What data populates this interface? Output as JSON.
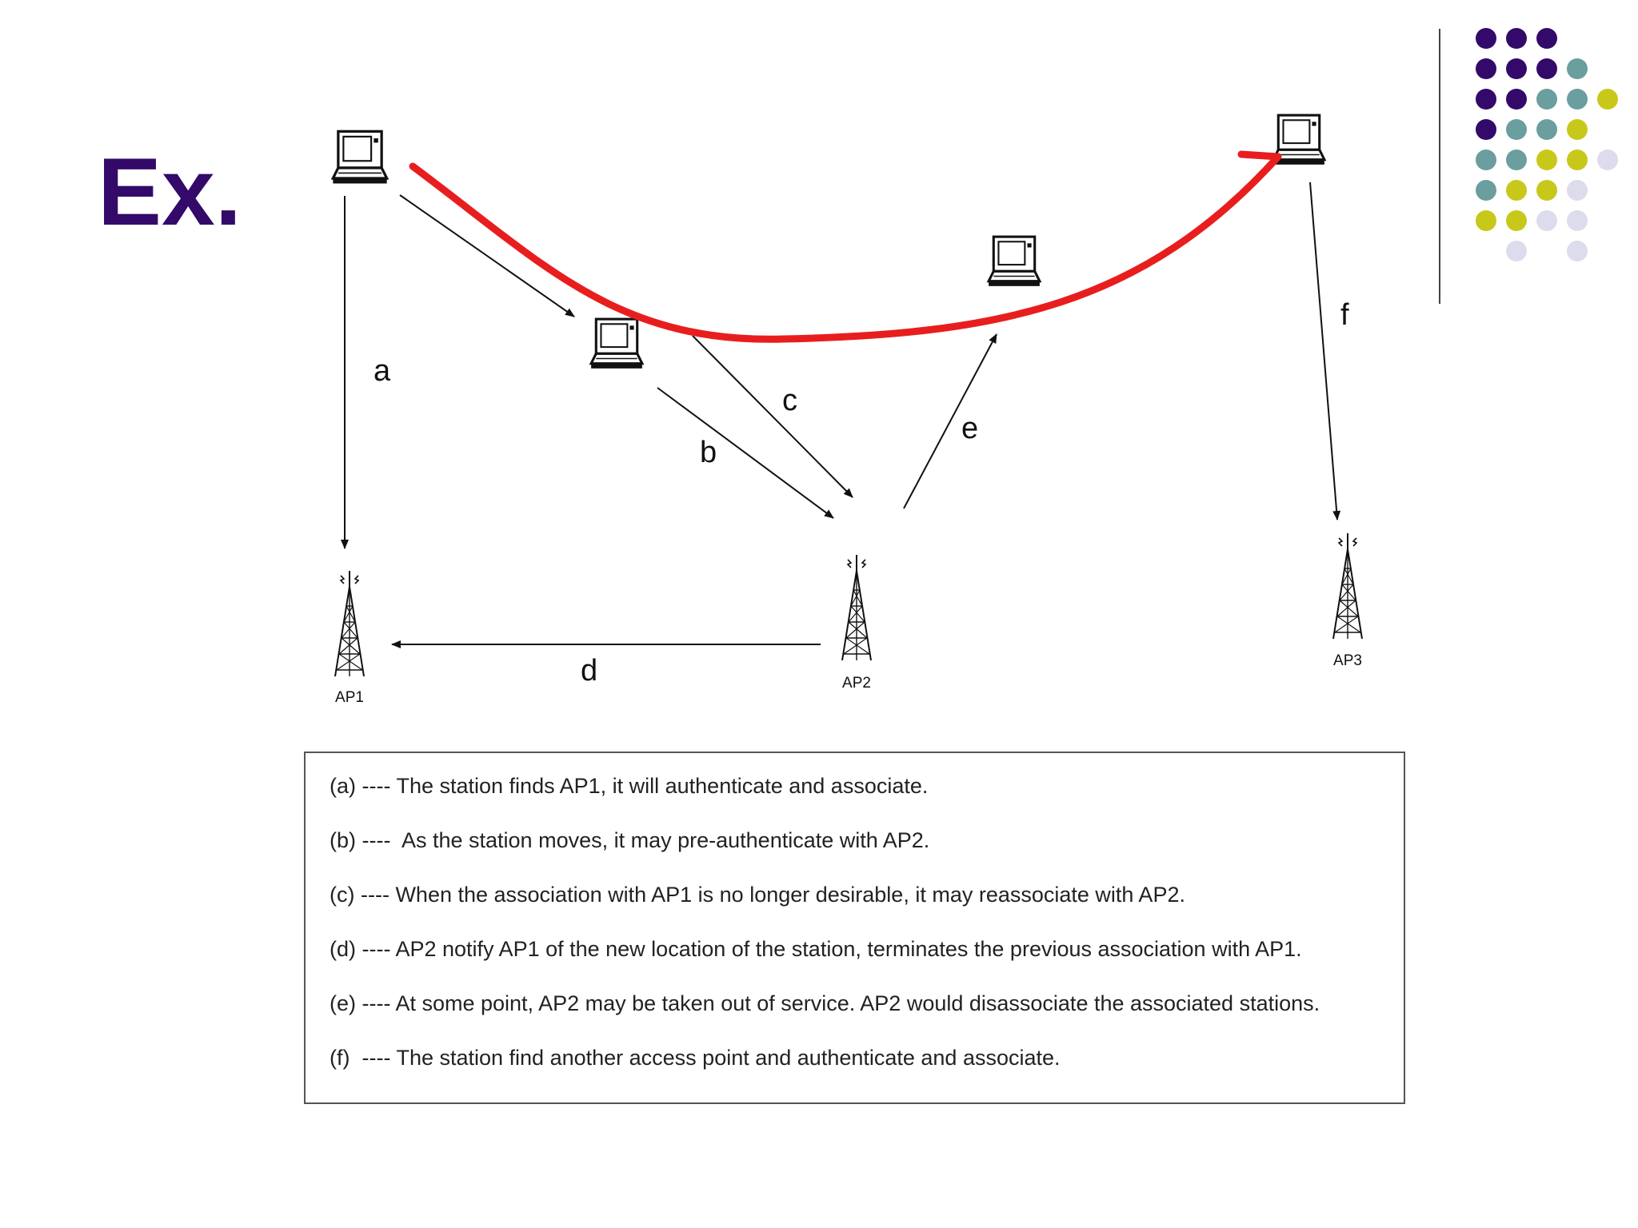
{
  "title": "Ex.",
  "title_color": "#33096a",
  "route_color": "#e81e1e",
  "arrow_labels": {
    "a": "a",
    "b": "b",
    "c": "c",
    "d": "d",
    "e": "e",
    "f": "f"
  },
  "access_points": [
    "AP1",
    "AP2",
    "AP3"
  ],
  "icons": {
    "station": "laptop-icon",
    "access_point": "antenna-tower-icon"
  },
  "legend": [
    "(a) ---- The station finds AP1, it will authenticate and associate.",
    "(b) ----  As the station moves, it may pre-authenticate with AP2.",
    "(c) ---- When the association with AP1 is no longer desirable, it may reassociate with AP2.",
    "(d) ---- AP2 notify AP1 of the new location of the station, terminates the previous association with AP1.",
    "(e) ---- At some point, AP2 may be taken out of service. AP2 would disassociate the associated stations.",
    "(f)  ---- The station find another access point and authenticate and associate."
  ],
  "decor_dot_colors": [
    "#33096a",
    "#6b9e9e",
    "#c8c81a",
    "#dcdcec"
  ]
}
